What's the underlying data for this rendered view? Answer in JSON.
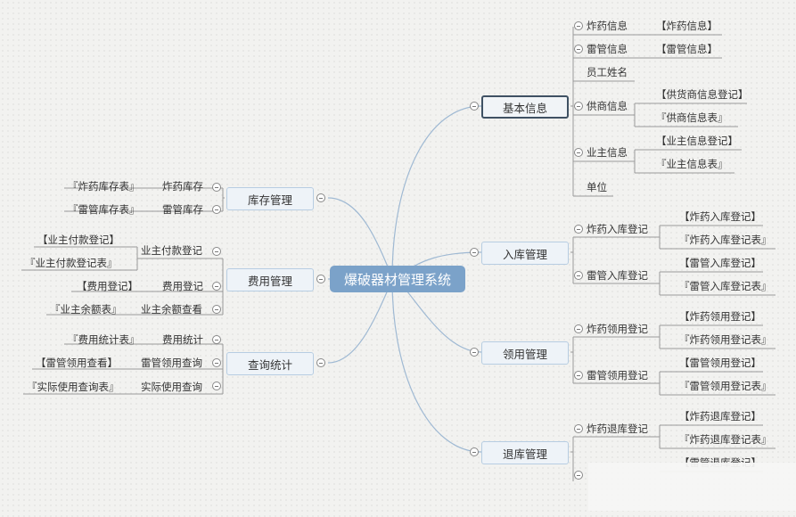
{
  "root": {
    "label": "爆破器材管理系统"
  },
  "right": [
    {
      "label": "基本信息",
      "selected": true,
      "children": [
        {
          "label": "炸药信息",
          "leaves": [
            "【炸药信息】"
          ]
        },
        {
          "label": "雷管信息",
          "leaves": [
            "【雷管信息】"
          ]
        },
        {
          "label": "员工姓名",
          "leaves": []
        },
        {
          "label": "供商信息",
          "leaves": [
            "【供货商信息登记】",
            "『供商信息表』"
          ]
        },
        {
          "label": "业主信息",
          "leaves": [
            "【业主信息登记】",
            "『业主信息表』"
          ]
        },
        {
          "label": "单位",
          "leaves": []
        }
      ]
    },
    {
      "label": "入库管理",
      "children": [
        {
          "label": "炸药入库登记",
          "leaves": [
            "【炸药入库登记】",
            "『炸药入库登记表』"
          ]
        },
        {
          "label": "雷管入库登记",
          "leaves": [
            "【雷管入库登记】",
            "『雷管入库登记表』"
          ]
        }
      ]
    },
    {
      "label": "领用管理",
      "children": [
        {
          "label": "炸药领用登记",
          "leaves": [
            "【炸药领用登记】",
            "『炸药领用登记表』"
          ]
        },
        {
          "label": "雷管领用登记",
          "leaves": [
            "【雷管领用登记】",
            "『雷管领用登记表』"
          ]
        }
      ]
    },
    {
      "label": "退库管理",
      "children": [
        {
          "label": "炸药退库登记",
          "leaves": [
            "【炸药退库登记】",
            "『炸药退库登记表』"
          ]
        },
        {
          "label": "",
          "leaves": [
            "【雷管退库登记】"
          ]
        }
      ]
    }
  ],
  "left": [
    {
      "label": "库存管理",
      "children": [
        {
          "label": "炸药库存",
          "leaves": [
            "『炸药库存表』"
          ]
        },
        {
          "label": "雷管库存",
          "leaves": [
            "『雷管库存表』"
          ]
        }
      ]
    },
    {
      "label": "费用管理",
      "children": [
        {
          "label": "业主付款登记",
          "leaves": [
            "【业主付款登记】",
            "『业主付款登记表』"
          ]
        },
        {
          "label": "费用登记",
          "leaves": [
            "【费用登记】"
          ]
        },
        {
          "label": "业主余额查看",
          "leaves": [
            "『业主余额表』"
          ]
        }
      ]
    },
    {
      "label": "查询统计",
      "children": [
        {
          "label": "费用统计",
          "leaves": [
            "『费用统计表』"
          ]
        },
        {
          "label": "雷管领用查询",
          "leaves": [
            "【雷管领用查看】"
          ]
        },
        {
          "label": "实际使用查询",
          "leaves": [
            "『实际使用查询表』"
          ]
        }
      ]
    }
  ]
}
